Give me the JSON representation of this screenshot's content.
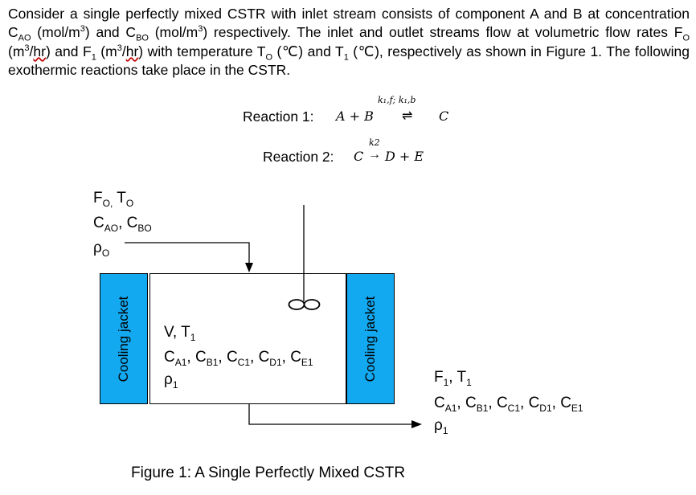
{
  "paragraph": {
    "t1": "Consider a single perfectly mixed CSTR with inlet stream consists of component A and B at concentration C",
    "s_ao": "AO",
    "t2": " (mol/m",
    "sup3a": "3",
    "t3": ") and C",
    "s_bo": "BO",
    "t4": " (mol/m",
    "sup3b": "3",
    "t5": ") respectively. The inlet and outlet streams flow at volumetric flow rates F",
    "s_o1": "O",
    "t6": " (m",
    "sup3c": "3",
    "t7": "/",
    "hr1": "hr",
    "t8": ") and F",
    "s_1": "1",
    "t9": " (m",
    "sup3d": "3",
    "t10": "/",
    "hr2": "hr",
    "t11": ") with temperature T",
    "s_o2": "O",
    "t12": " (℃) and T",
    "s_12": "1",
    "t13": " (℃), respectively as shown in Figure 1. The following exothermic reactions take place in the CSTR."
  },
  "reactions": {
    "r1_label": "Reaction 1:",
    "r1_lhs": "A + B",
    "r1_over": "k₁,f; k₁,b",
    "r1_arrow": "⇌",
    "r1_rhs": "C",
    "r2_label": "Reaction 2:",
    "r2_lhs": "C",
    "r2_over": "k2",
    "r2_arrow": "→",
    "r2_rhs": "D + E"
  },
  "inlet": {
    "f": "F",
    "f_sub": "O,",
    "t": " T",
    "t_sub": "O",
    "c1": "C",
    "c1_sub": "AO",
    "comma": ", C",
    "c2_sub": "BO",
    "rho": "ρ",
    "rho_sub": "O"
  },
  "vessel": {
    "v": "V, T",
    "v_sub": "1",
    "ca": "C",
    "ca_sub": "A1",
    "cb": ", C",
    "cb_sub": "B1",
    "cc": ", C",
    "cc_sub": "C1",
    "cd": ", C",
    "cd_sub": "D1",
    "ce": ", C",
    "ce_sub": "E1",
    "rho": "ρ",
    "rho_sub": "1"
  },
  "outlet": {
    "f": "F",
    "f_sub": "1",
    "t": ", T",
    "t_sub": "1",
    "ca": "C",
    "ca_sub": "A1",
    "cb": ", C",
    "cb_sub": "B1",
    "cc": ", C",
    "cc_sub": "C1",
    "cd": ", C",
    "cd_sub": "D1",
    "ce": ", C",
    "ce_sub": "E1",
    "rho": "ρ",
    "rho_sub": "1"
  },
  "jackets": {
    "left": "Cooling jacket",
    "right": "Cooling jacket",
    "color": "#12a9f0"
  },
  "caption": "Figure 1: A Single Perfectly Mixed CSTR"
}
